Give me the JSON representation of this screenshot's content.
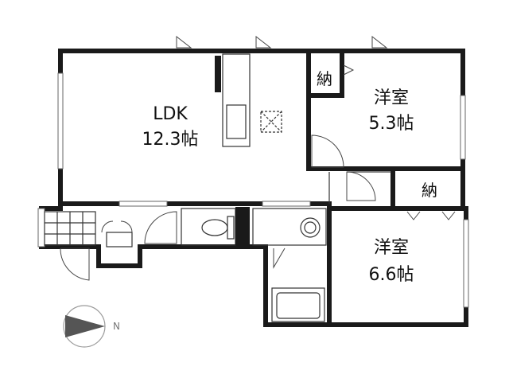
{
  "rooms": {
    "ldk": {
      "name": "LDK",
      "size": "12.3帖"
    },
    "western1": {
      "name": "洋室",
      "size": "5.3帖"
    },
    "western2": {
      "name": "洋室",
      "size": "6.6帖"
    },
    "storage1": {
      "name": "納"
    },
    "storage2": {
      "name": "納"
    }
  },
  "compass": {
    "label": "N"
  },
  "colors": {
    "wall": "#1a1a1a",
    "line": "#333333",
    "compass_arrow": "#555555"
  }
}
